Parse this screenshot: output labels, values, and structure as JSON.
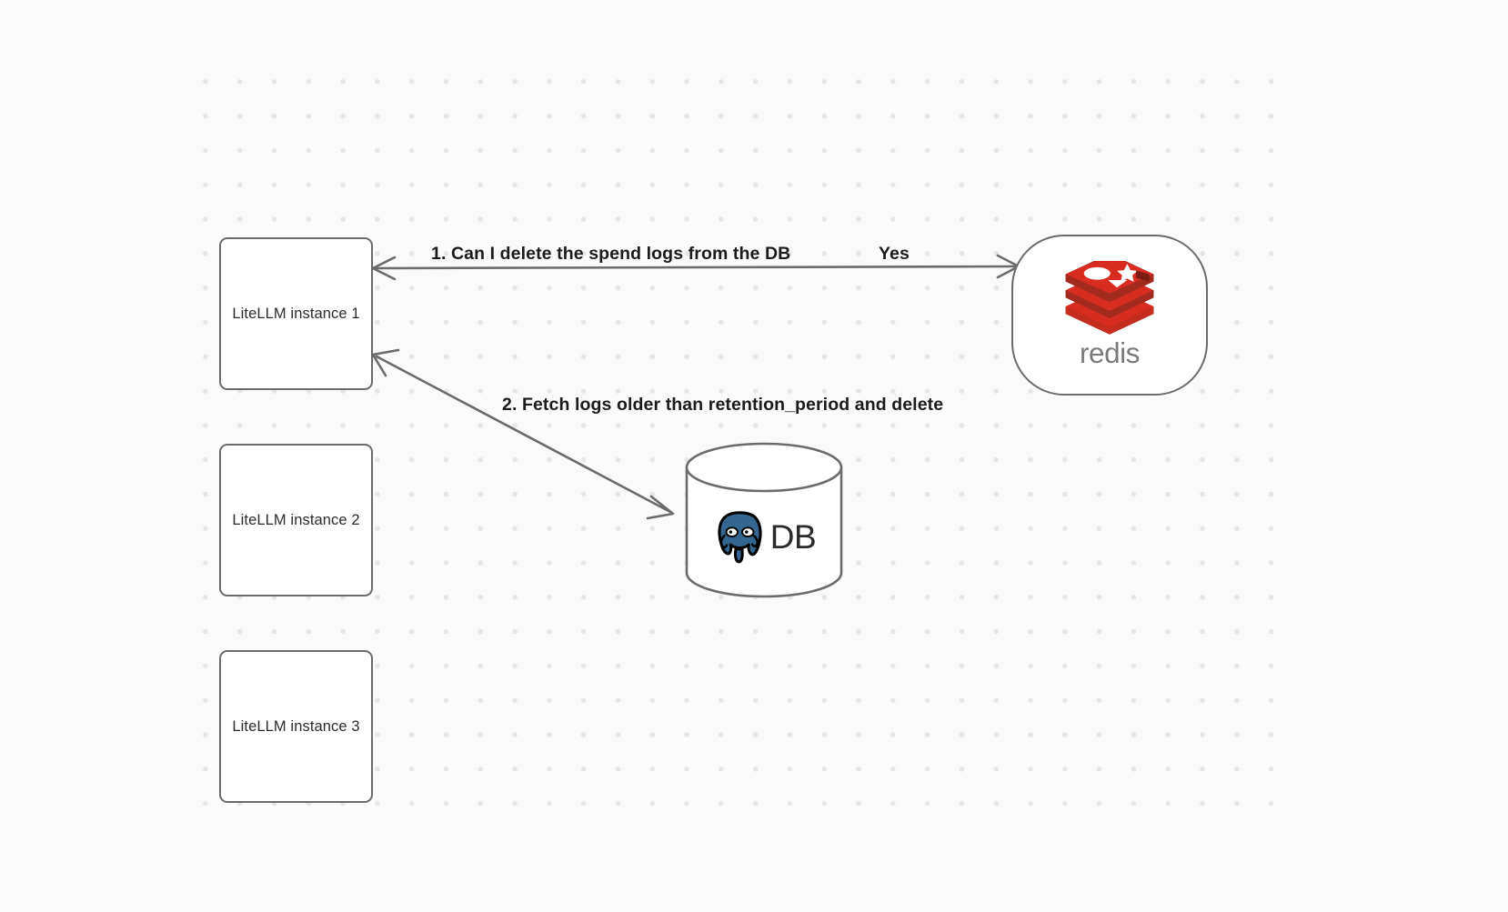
{
  "diagram": {
    "type": "architecture-flow",
    "background_color": "#fafafa",
    "grid": "dot-grid",
    "stroke_color": "#6b6b6b",
    "label_color": "#1b1b1b"
  },
  "nodes": {
    "litellm_instances": [
      {
        "id": "litellm-instance-1",
        "label": "LiteLLM instance 1"
      },
      {
        "id": "litellm-instance-2",
        "label": "LiteLLM instance 2"
      },
      {
        "id": "litellm-instance-3",
        "label": "LiteLLM instance 3"
      }
    ],
    "redis": {
      "id": "redis-node",
      "label": "redis",
      "logo": "redis-logo",
      "logo_color": "#d82c20",
      "wordmark_color": "#7a7a7a"
    },
    "database": {
      "id": "db-node",
      "label": "DB",
      "logo": "postgresql-elephant-icon",
      "logo_color": "#336791",
      "shape": "cylinder"
    }
  },
  "edges": [
    {
      "id": "edge-1",
      "label": "1.  Can I delete the spend logs from the DB",
      "from": "litellm-instance-1",
      "to": "redis-node",
      "direction": "bidirectional"
    },
    {
      "id": "edge-yes",
      "label": "Yes",
      "from": "redis-node",
      "to": "litellm-instance-1"
    },
    {
      "id": "edge-2",
      "label": "2.  Fetch logs older than retention_period and delete",
      "from": "litellm-instance-1",
      "to": "db-node",
      "direction": "bidirectional"
    }
  ]
}
